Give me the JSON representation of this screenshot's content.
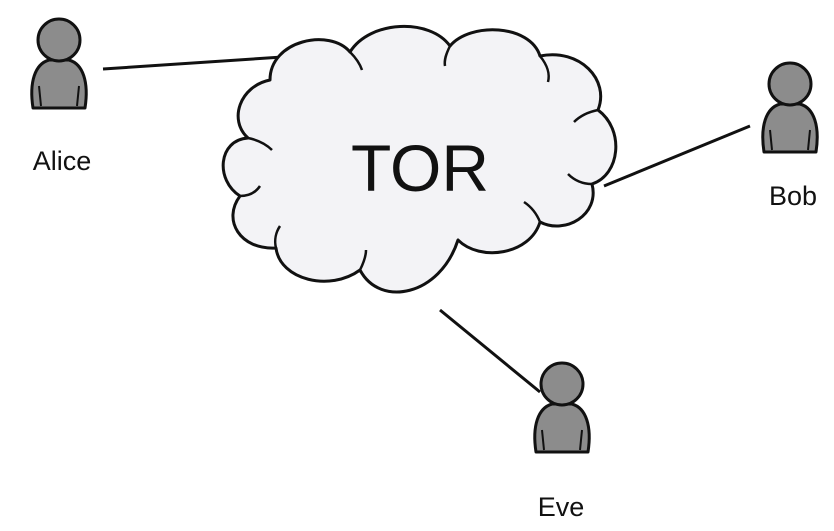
{
  "diagram": {
    "cloud": {
      "label": "TOR"
    },
    "users": [
      {
        "id": "alice",
        "label": "Alice"
      },
      {
        "id": "bob",
        "label": "Bob"
      },
      {
        "id": "eve",
        "label": "Eve"
      }
    ],
    "edges": [
      {
        "from": "alice",
        "to": "TOR"
      },
      {
        "from": "bob",
        "to": "TOR"
      },
      {
        "from": "eve",
        "to": "TOR"
      }
    ],
    "colors": {
      "user_fill": "#8c8c8c",
      "user_stroke": "#111111",
      "cloud_fill": "#f3f3f6",
      "line": "#111111"
    }
  }
}
